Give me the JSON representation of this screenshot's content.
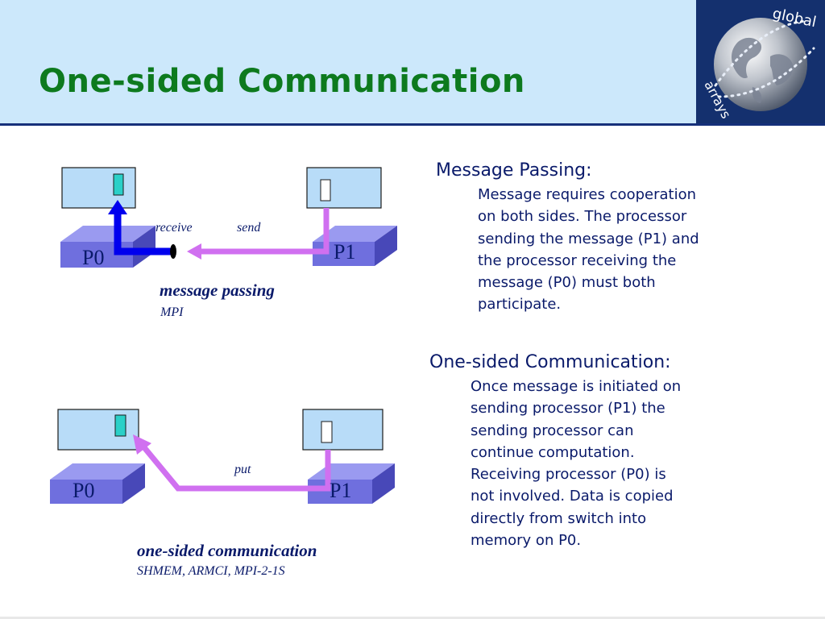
{
  "slide": {
    "title": "One-sided Communication",
    "logo_text": "global arrays",
    "colors": {
      "title_green": "#0d7a1e",
      "header_bg": "#cce8fb",
      "navy_text": "#0a1a6a",
      "arrow_blue": "#0000ee",
      "arrow_violet": "#d070f0",
      "node_blue": "#6f6fde",
      "screen_blue": "#b8dcf8"
    }
  },
  "diagrams": {
    "message_passing": {
      "node_left": "P0",
      "node_right": "P1",
      "label_receive": "receive",
      "label_send": "send",
      "caption": "message passing",
      "subcaption": "MPI"
    },
    "one_sided": {
      "node_left": "P0",
      "node_right": "P1",
      "label_put": "put",
      "caption": "one-sided communication",
      "subcaption": "SHMEM, ARMCI, MPI-2-1S"
    }
  },
  "text": {
    "message_passing": {
      "heading": "Message Passing:",
      "lines": [
        "Message requires cooperation",
        "on both sides. The processor",
        "sending the message (P1) and",
        "the processor receiving the",
        "message (P0) must both",
        "participate."
      ]
    },
    "one_sided": {
      "heading": "One-sided Communication:",
      "lines": [
        "Once message is initiated on",
        "sending processor (P1) the",
        "sending processor can",
        "continue computation.",
        "Receiving processor (P0) is",
        "not involved. Data is copied",
        "directly from switch into",
        "memory on P0."
      ]
    }
  }
}
